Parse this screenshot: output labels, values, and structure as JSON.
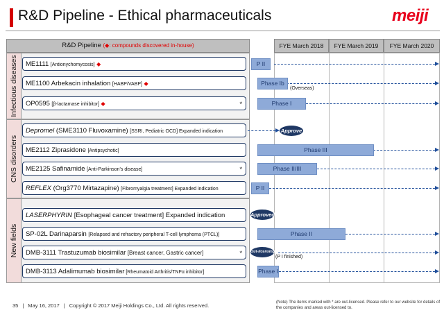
{
  "title": "R&D Pipeline - Ethical pharmaceuticals",
  "logo": "meiji",
  "header": {
    "label": "R&D Pipeline",
    "note_prefix": "(",
    "note_diamond": "◆",
    "note_text": ": compounds discovered in-house)",
    "years": [
      "FYE March 2018",
      "FYE March 2019",
      "FYE March 2020"
    ]
  },
  "categories": [
    {
      "name": "Infectious diseases"
    },
    {
      "name": "CNS disorders"
    },
    {
      "name": "New fields"
    }
  ],
  "drugs": [
    {
      "main": "ME1111",
      "ital": "",
      "desc": "[Antionychomycosis]",
      "tail": "",
      "diamond": "◆",
      "star": "",
      "phase": "P II"
    },
    {
      "main": "ME1100  Arbekacin inhalation",
      "ital": "",
      "desc": "[HABP/VABP]",
      "tail": "",
      "diamond": "◆",
      "star": "",
      "phase": "Phase Ib",
      "aside": "(Overseas)"
    },
    {
      "main": "OP0595",
      "ital": "",
      "desc": "[β-lactamase inhibitor]",
      "tail": "",
      "diamond": "◆",
      "star": "*",
      "phase": "Phase I"
    },
    {
      "main": "",
      "ital": "Depromel",
      "main2": " (SME3110  Fluvoxamine)",
      "desc": "[SSRI, Pediatric OCD]",
      "tail": " Expanded indication",
      "diamond": "",
      "star": "",
      "phase": "Approve"
    },
    {
      "main": "ME2112  Ziprasidone",
      "ital": "",
      "desc": "[Antipsychotic]",
      "tail": "",
      "diamond": "",
      "star": "",
      "phase": "Phase III"
    },
    {
      "main": "ME2125  Safinamide",
      "ital": "",
      "desc": "[Anti-Parkinson's disease]",
      "tail": "",
      "diamond": "",
      "star": "*",
      "phase": "Phase II/III"
    },
    {
      "main": "",
      "ital": "REFLEX",
      "main2": "  (Org3770 Mirtazapine)",
      "desc": "[Fibromyalgia treatment]",
      "tail": " Expanded indication",
      "diamond": "",
      "star": "",
      "phase": "P II"
    },
    {
      "main": "",
      "ital": "LASERPHYRIN",
      "main2": " [Esophageal cancer treatment]",
      "desc": "",
      "tail": " Expanded indication",
      "diamond": "",
      "star": "",
      "phase": "Approved"
    },
    {
      "main": "SP-02L  Darinaparsin",
      "ital": "",
      "desc": "[Relapsed and refractory peripheral T-cell lymphoma (PTCL)]",
      "tail": "",
      "diamond": "",
      "star": "",
      "phase": "Phase II"
    },
    {
      "main": "DMB-3111  Trastuzumab biosimilar",
      "ital": "",
      "desc": "[Breast cancer, Gastric cancer]",
      "tail": "",
      "diamond": "",
      "star": "*",
      "phase": "Out-licensing",
      "aside": "(P I finished)"
    },
    {
      "main": "DMB-3113  Adalimumab biosimilar",
      "ital": "",
      "desc": "[Rheumatoid Arthritis/TNFα inhibitor]",
      "tail": "",
      "diamond": "",
      "star": "",
      "phase": "Phase I"
    }
  ],
  "footer": {
    "page": "35",
    "date": "May 16, 2017",
    "copyright": "Copyright © 2017 Meiji Holdings Co., Ltd. All rights reserved.",
    "note": "(Note) The items marked with * are out-licensed. Please refer to our website for details of the companies and areas out-licensed to."
  }
}
